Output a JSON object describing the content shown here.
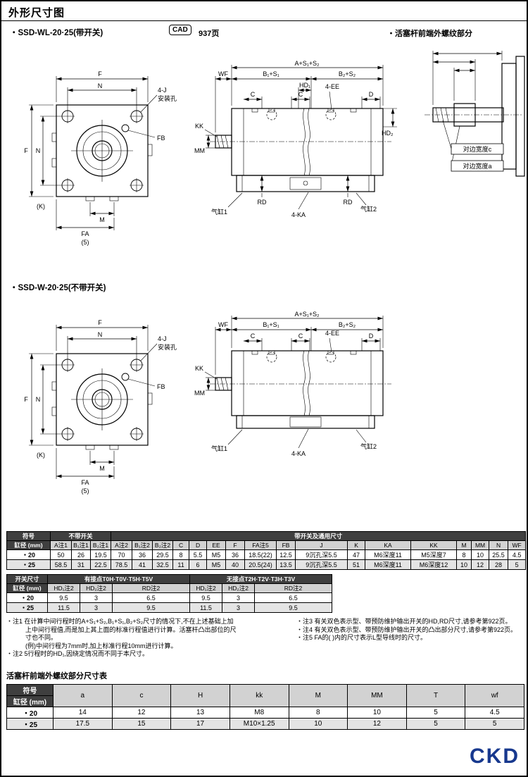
{
  "page": {
    "title": "外形尺寸图",
    "logo": "CKD"
  },
  "header": {
    "model_with_switch": "・SSD-WL-20·25(带开关)",
    "cad_label": "CAD",
    "cad_page": "937页",
    "thread_section_label": "・活塞杆前端外螺纹部分"
  },
  "section2": {
    "model_without_switch": "・SSD-W-20·25(不带开关)"
  },
  "front_view": {
    "f_top": "F",
    "n_top": "N",
    "f_left": "F",
    "n_left": "N",
    "mount_callout_line1": "4-J",
    "mount_callout_line2": "安装孔",
    "fb": "FB",
    "m": "M",
    "fa": "FA",
    "k": "(K)",
    "five": "(5)"
  },
  "side_view": {
    "total": "A+S₁+S₂",
    "wf": "WF",
    "b1": "B₁+S₁",
    "b2": "B₂+S₂",
    "hd1": "HD₁",
    "c": "C",
    "d": "D",
    "ee": "4-EE",
    "kk": "KK",
    "mm": "MM",
    "hd2": "HD₂",
    "rd": "RD",
    "ka": "4-KA",
    "port1": "气缸1",
    "port2": "气缸2"
  },
  "thread_detail": {
    "flat_c": "对边宽度c",
    "flat_a": "对边宽度a"
  },
  "dim_table": {
    "corner_top": "符号",
    "corner_bottom": "缸径 (mm)",
    "group_no_switch": "不带开关",
    "group_with_switch": "带开关及通用尺寸",
    "headers_no_switch": [
      "A注1",
      "B₁注1",
      "B₂注1"
    ],
    "headers_common": [
      "A注2",
      "B₁注2",
      "B₂注2",
      "C",
      "D",
      "EE",
      "F",
      "FA注5",
      "FB",
      "J",
      "K",
      "KA",
      "KK",
      "M",
      "MM",
      "N",
      "WF"
    ],
    "rows": [
      {
        "bore": "・20",
        "values": [
          "50",
          "26",
          "19.5",
          "70",
          "36",
          "29.5",
          "8",
          "5.5",
          "M5",
          "36",
          "18.5(22)",
          "12.5",
          "9沉孔深5.5",
          "47",
          "M6深度11",
          "M5深度7",
          "8",
          "10",
          "25.5",
          "4.5"
        ]
      },
      {
        "bore": "・25",
        "values": [
          "58.5",
          "31",
          "22.5",
          "78.5",
          "41",
          "32.5",
          "11",
          "6",
          "M5",
          "40",
          "20.5(24)",
          "13.5",
          "9沉孔深5.5",
          "51",
          "M6深度11",
          "M6深度12",
          "10",
          "12",
          "28",
          "5"
        ]
      }
    ]
  },
  "switch_table": {
    "corner_top": "开关尺寸",
    "corner_bottom": "缸径 (mm)",
    "group_contact": "有接点T0H·T0V·T5H·T5V",
    "group_contactless": "无接点T2H·T2V·T3H·T3V",
    "headers": [
      "HD₁注2",
      "HD₂注2",
      "RD注2"
    ],
    "rows": [
      {
        "bore": "・20",
        "contact": [
          "9.5",
          "3",
          "6.5"
        ],
        "contactless": [
          "9.5",
          "3",
          "6.5"
        ]
      },
      {
        "bore": "・25",
        "contact": [
          "11.5",
          "3",
          "9.5"
        ],
        "contactless": [
          "11.5",
          "3",
          "9.5"
        ]
      }
    ]
  },
  "notes": {
    "left": [
      "・注1 在计算中间行程时的A+S₁+S₂,B₁+S₁,B₂+S₂尺寸的情况下,不在上述基础上加",
      "上中间行程值,而是加上其上面的标准行程值进行计算。活塞杆凸出部位的尺",
      "寸也不同。",
      "(例)中间行程为7mm时,加上标准行程10mm进行计算。",
      "・注2 5行程时的HD₁,因绕定情况而不同于本尺寸。"
    ],
    "right": [
      "・注3 有关双色表示型、带预防维护输出开关的HD,RD尺寸,请参考第922页。",
      "・注4 有关双色表示型、带预防维护输出开关的凸出部分尺寸,请参考第922页。",
      "・注5 FA的( )内的尺寸表示L型导线时的尺寸。"
    ]
  },
  "thread_table": {
    "title": "活塞杆前端外螺纹部分尺寸表",
    "corner_top": "符号",
    "corner_bottom": "缸径 (mm)",
    "headers": [
      "a",
      "c",
      "H",
      "kk",
      "M",
      "MM",
      "T",
      "wf"
    ],
    "rows": [
      {
        "bore": "・20",
        "values": [
          "14",
          "12",
          "13",
          "M8",
          "8",
          "10",
          "5",
          "4.5"
        ]
      },
      {
        "bore": "・25",
        "values": [
          "17.5",
          "15",
          "17",
          "M10×1.25",
          "10",
          "12",
          "5",
          "5"
        ]
      }
    ]
  }
}
